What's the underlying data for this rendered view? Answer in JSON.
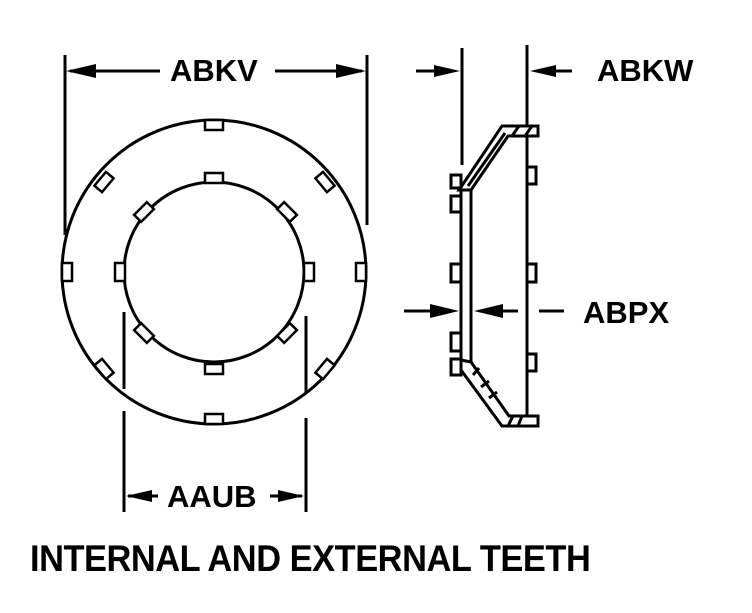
{
  "diagram": {
    "title": "INTERNAL AND EXTERNAL TEETH",
    "labels": {
      "outer_diameter": "ABKV",
      "overall_thickness": "ABKW",
      "material_thickness": "ABPX",
      "inner_diameter": "AAUB"
    },
    "colors": {
      "line": "#000000",
      "background": "#ffffff"
    }
  }
}
